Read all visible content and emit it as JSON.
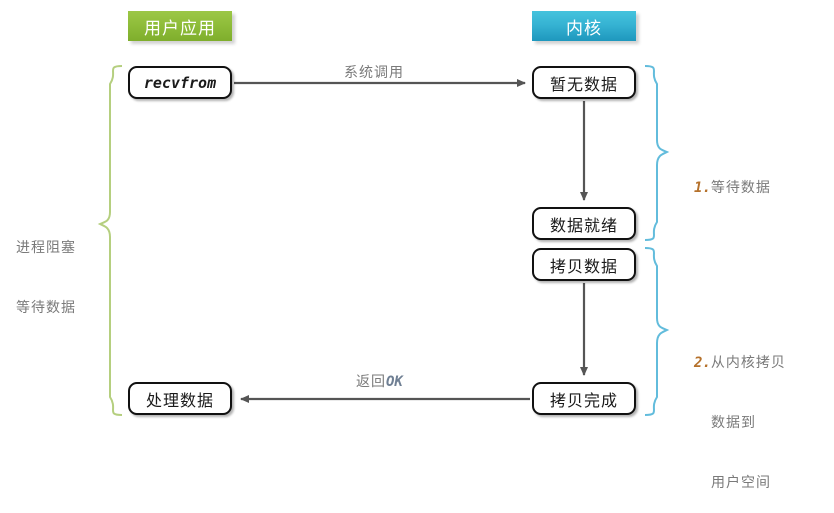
{
  "diagram": {
    "title": "blocking-io-model",
    "colors": {
      "user_header": "#8fbd3a",
      "kernel_header": "#36b3d3",
      "user_brace": "#b5cf7f",
      "kernel_brace": "#62bcdc",
      "arrow": "#555555",
      "label_text": "#7a7a7a",
      "step_number": "#b5712b",
      "ok_token": "#6f7f93"
    },
    "headers": [
      {
        "name": "user-application",
        "label": "用户应用"
      },
      {
        "name": "kernel",
        "label": "内核"
      }
    ],
    "nodes": [
      {
        "name": "recvfrom",
        "label": "recvfrom",
        "style": "mono"
      },
      {
        "name": "no-data",
        "label": "暂无数据",
        "style": "cjk"
      },
      {
        "name": "data-ready",
        "label": "数据就绪",
        "style": "cjk"
      },
      {
        "name": "copy-data",
        "label": "拷贝数据",
        "style": "cjk"
      },
      {
        "name": "copy-done",
        "label": "拷贝完成",
        "style": "cjk"
      },
      {
        "name": "process-data",
        "label": "处理数据",
        "style": "cjk"
      }
    ],
    "edges": [
      {
        "name": "syscall",
        "label": "系统调用",
        "from": "recvfrom",
        "to": "no-data"
      },
      {
        "name": "wait",
        "label": "",
        "from": "no-data",
        "to": "data-ready"
      },
      {
        "name": "copy",
        "label": "",
        "from": "copy-data",
        "to": "copy-done"
      },
      {
        "name": "return",
        "label_prefix": "返回",
        "label_token": "OK",
        "from": "copy-done",
        "to": "process-data"
      }
    ],
    "braces": [
      {
        "name": "process-blocked",
        "side": "left",
        "color": "#b5cf7f",
        "label_line1": "进程阻塞",
        "label_line2": "等待数据"
      },
      {
        "name": "step-1",
        "side": "right",
        "color": "#62bcdc",
        "number": "1.",
        "label_line1": "等待数据"
      },
      {
        "name": "step-2",
        "side": "right",
        "color": "#62bcdc",
        "number": "2.",
        "label_line1": "从内核拷贝",
        "label_line2": "数据到",
        "label_line3": "用户空间"
      }
    ]
  }
}
